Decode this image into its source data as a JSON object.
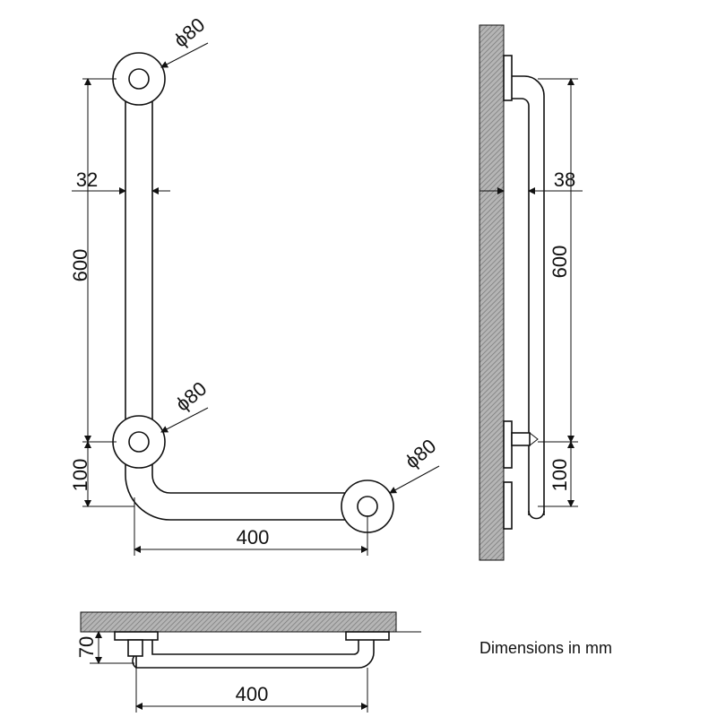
{
  "front_view": {
    "top_rosette": "ϕ80",
    "middle_rosette": "ϕ80",
    "end_rosette": "ϕ80",
    "tube_diameter": "32",
    "vertical_length": "600",
    "bend_offset": "100",
    "horizontal_length": "400"
  },
  "side_view": {
    "projection": "38",
    "vertical_length": "600",
    "bend_offset": "100"
  },
  "bottom_view": {
    "wall_offset": "70",
    "horizontal_length": "400"
  },
  "units_note": "Dimensions in mm",
  "colors": {
    "line": "#111111",
    "wall_hatch": "#888888"
  }
}
